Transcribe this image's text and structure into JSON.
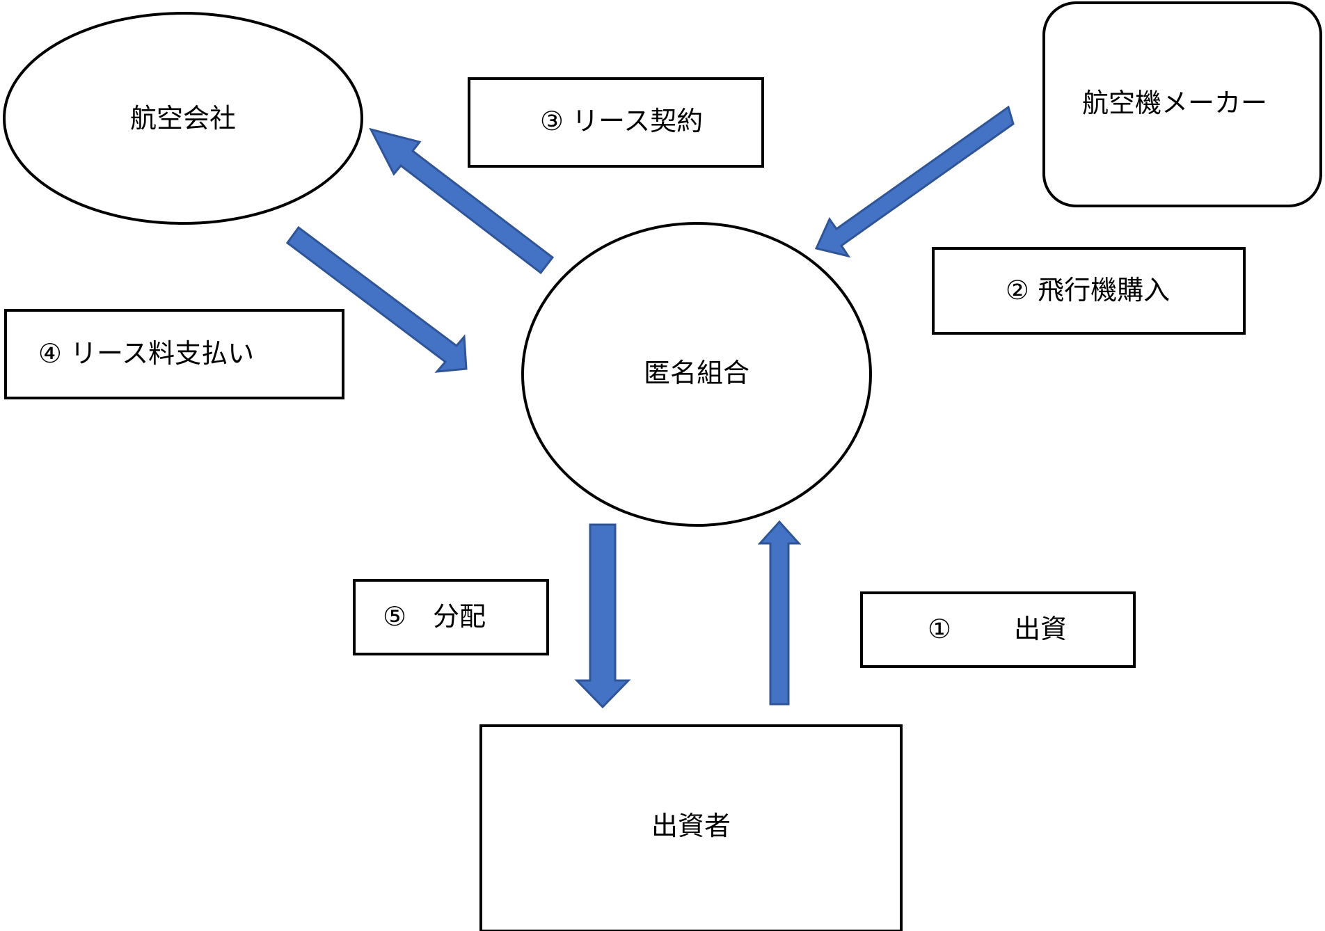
{
  "nodes": {
    "airline": "航空会社",
    "manufacturer": "航空機メーカー",
    "partnership": "匿名組合",
    "investors": "出資者"
  },
  "labels": {
    "lease_contract": "③ リース契約",
    "aircraft_purchase": "② 飛行機購入",
    "lease_payment": "④ リース料支払い",
    "distribution": "⑤　分配",
    "investment_num": "①",
    "investment_text": "出資"
  },
  "colors": {
    "arrow_fill": "#4472C4",
    "arrow_stroke": "#2F5597",
    "shape_stroke": "#000000"
  }
}
